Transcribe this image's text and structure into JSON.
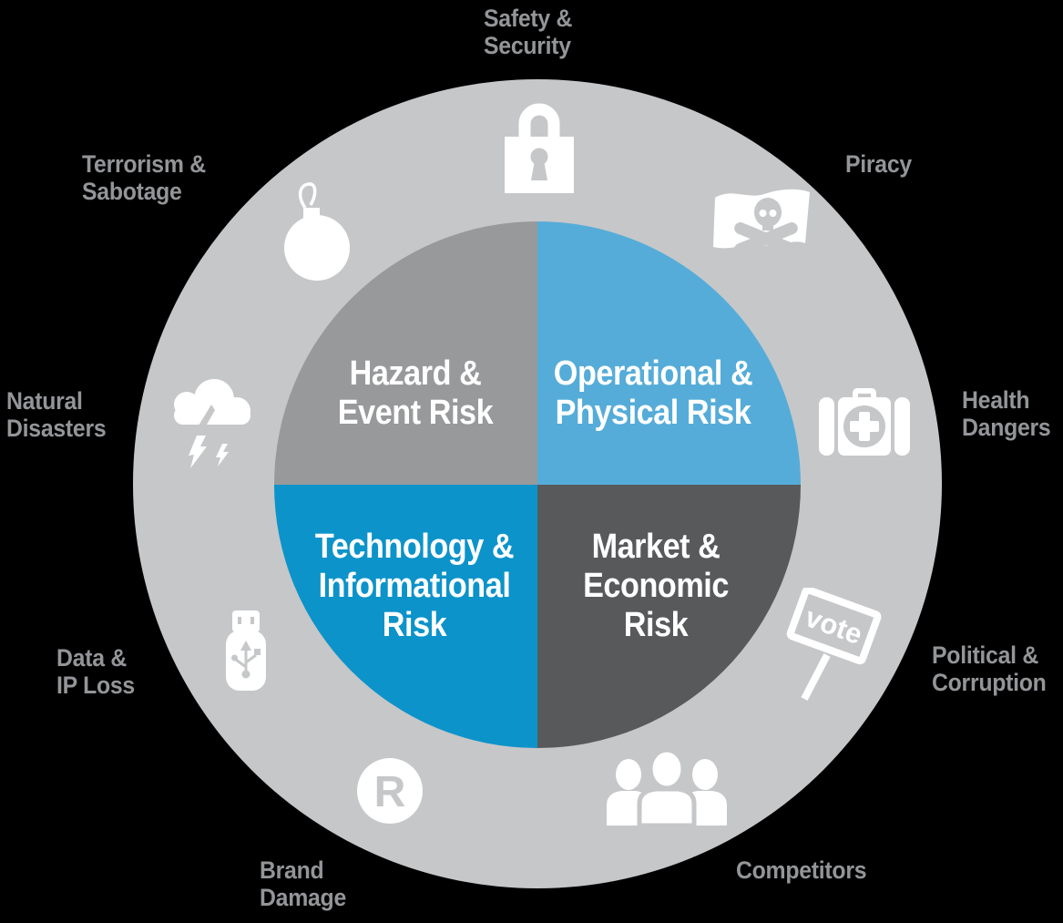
{
  "colors": {
    "background": "#000000",
    "outer_ring": "#c6c7c9",
    "hazard_quadrant": "#98999b",
    "operational_quadrant": "#55acd8",
    "technology_quadrant": "#0c93ca",
    "market_quadrant": "#58595b",
    "label_text": "#939598",
    "quadrant_text": "#ffffff",
    "icon": "#ffffff"
  },
  "quadrants": {
    "hazard": {
      "lines": [
        "Hazard &",
        "Event Risk"
      ]
    },
    "operational": {
      "lines": [
        "Operational &",
        "Physical Risk"
      ]
    },
    "technology": {
      "lines": [
        "Technology &",
        "Informational",
        "Risk"
      ]
    },
    "market": {
      "lines": [
        "Market &",
        "Economic",
        "Risk"
      ]
    }
  },
  "outer_labels": {
    "safety_security": {
      "lines": [
        "Safety &",
        "Security"
      ]
    },
    "piracy": {
      "lines": [
        "Piracy"
      ]
    },
    "health_dangers": {
      "lines": [
        "Health",
        "Dangers"
      ]
    },
    "political_corruption": {
      "lines": [
        "Political &",
        "Corruption"
      ]
    },
    "competitors": {
      "lines": [
        "Competitors"
      ]
    },
    "brand_damage": {
      "lines": [
        "Brand",
        "Damage"
      ]
    },
    "data_ip_loss": {
      "lines": [
        "Data &",
        "IP Loss"
      ]
    },
    "natural_disasters": {
      "lines": [
        "Natural",
        "Disasters"
      ]
    },
    "terrorism_sabotage": {
      "lines": [
        "Terrorism &",
        "Sabotage"
      ]
    }
  },
  "icons": {
    "vote_sign_text": "vote",
    "registered_symbol": "R",
    "names": [
      "lock-icon",
      "pirate-flag-icon",
      "first-aid-kit-icon",
      "vote-sign-icon",
      "people-group-icon",
      "registered-trademark-icon",
      "usb-drive-icon",
      "storm-cloud-icon",
      "bomb-icon"
    ]
  }
}
